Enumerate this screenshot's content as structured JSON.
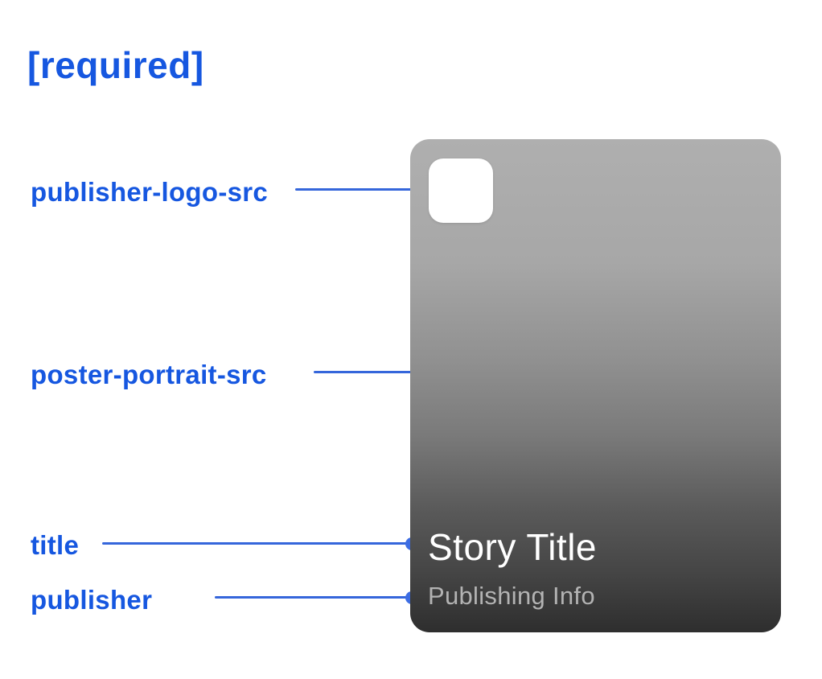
{
  "heading": {
    "text": "[required]"
  },
  "annotations": [
    {
      "label": "publisher-logo-src",
      "target": "publisher-logo"
    },
    {
      "label": "poster-portrait-src",
      "target": "poster-image"
    },
    {
      "label": "title",
      "target": "story-title"
    },
    {
      "label": "publisher",
      "target": "publishing-info"
    }
  ],
  "card": {
    "title": "Story Title",
    "publisher_info": "Publishing Info"
  },
  "colors": {
    "accent_text": "#1657E0",
    "connector": "#3566DB",
    "dot": "#3D6DE3",
    "card_gradient_top": "#AFAFAF",
    "card_gradient_bottom": "#2E2E2E",
    "card_title": "#FFFFFF",
    "card_publisher": "#B3B3B3",
    "logo_bg": "#FFFFFF",
    "page_bg": "#FFFFFF"
  }
}
